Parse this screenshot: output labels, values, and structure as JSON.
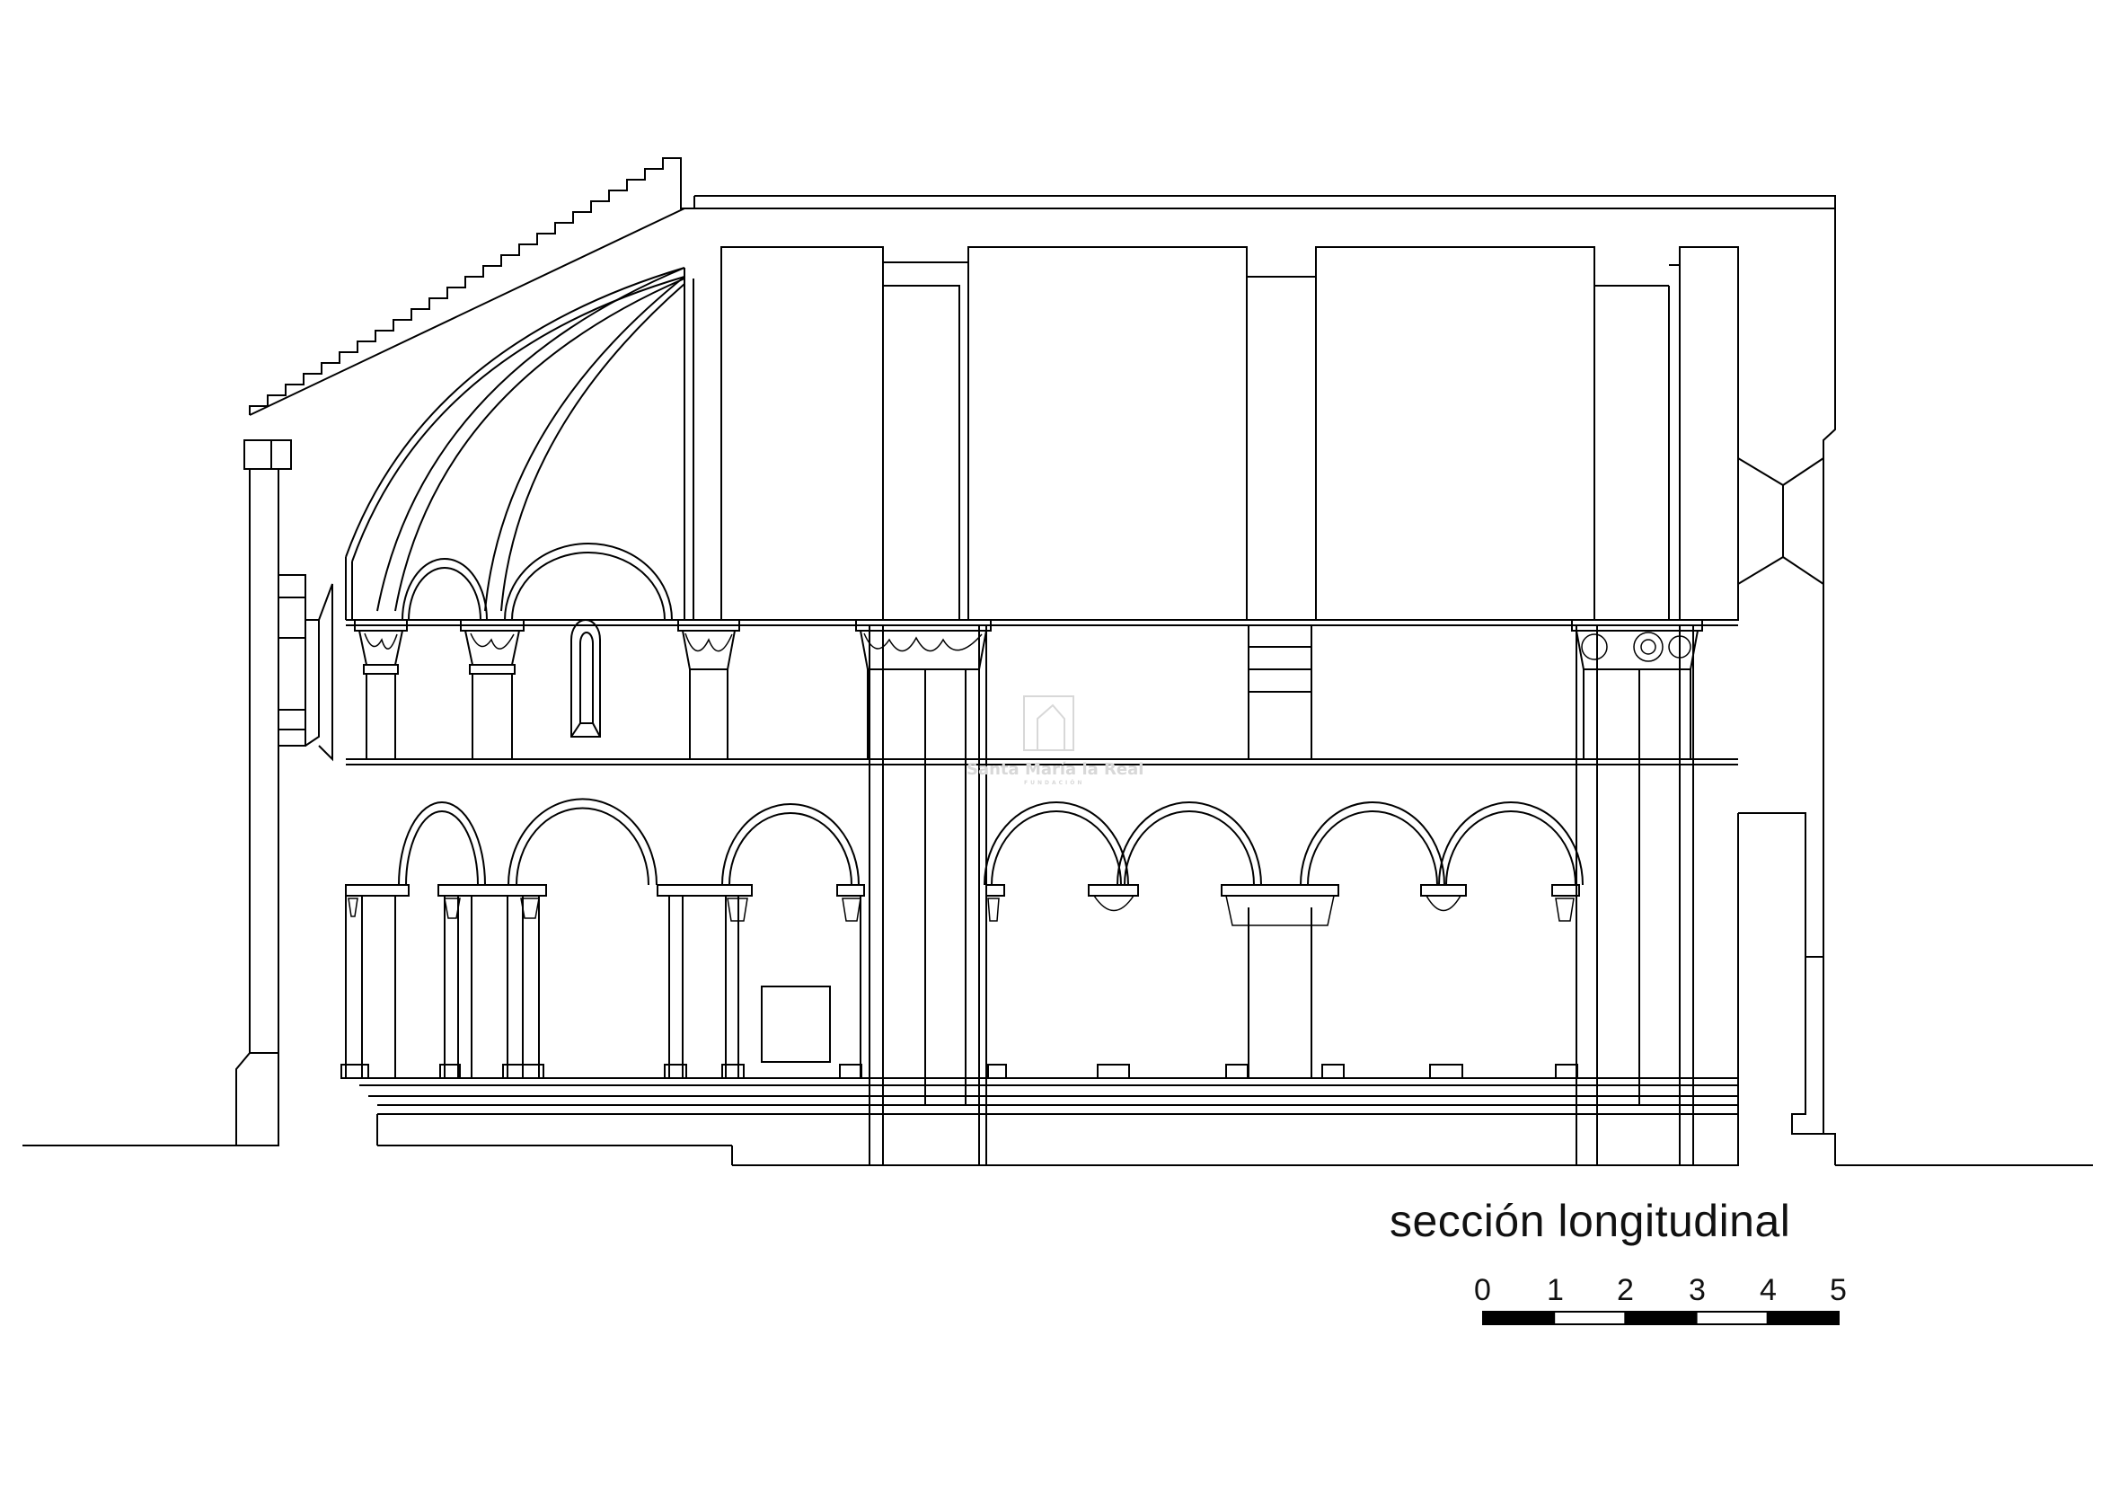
{
  "caption": "sección longitudinal",
  "scale_bar": {
    "labels": [
      "0",
      "1",
      "2",
      "3",
      "4",
      "5"
    ],
    "segment_fills": [
      "black",
      "white",
      "black",
      "white",
      "black"
    ]
  },
  "watermark": {
    "name": "Santa María la Real",
    "subtitle": "FUNDACIÓN"
  },
  "colors": {
    "line": "#000000",
    "background": "#ffffff",
    "watermark": "#d8d8d8"
  }
}
